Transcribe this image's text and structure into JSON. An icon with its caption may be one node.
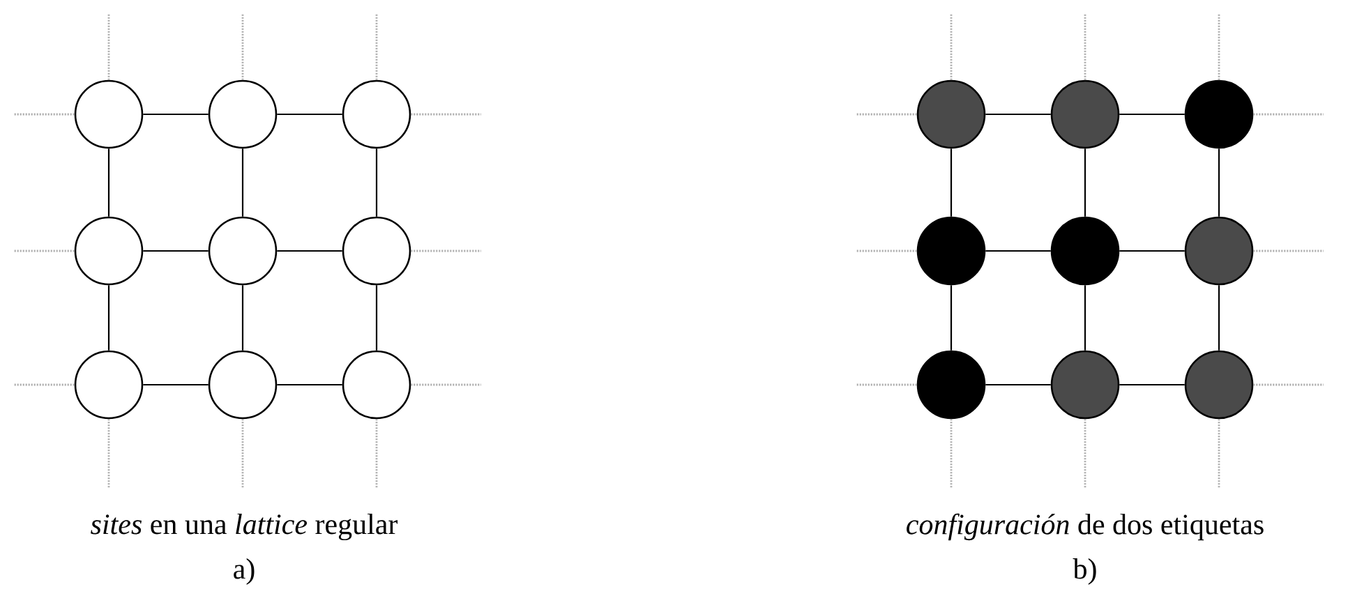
{
  "diagram": {
    "nodes": [
      {
        "text": [],
        "shape": "circle"
      },
      {
        "text": [],
        "shape": "circle"
      },
      {
        "text": [],
        "shape": "circle"
      },
      {
        "text": [],
        "shape": "circle"
      },
      {
        "text": [],
        "shape": "circle"
      },
      {
        "text": [],
        "shape": "circle"
      },
      {
        "text": [],
        "shape": "circle"
      },
      {
        "text": [],
        "shape": "circle"
      },
      {
        "text": [],
        "shape": "circle"
      },
      {
        "text": [],
        "shape": "circle"
      },
      {
        "text": [],
        "shape": "circle"
      },
      {
        "text": [],
        "shape": "circle"
      },
      {
        "text": [],
        "shape": "circle"
      },
      {
        "text": [],
        "shape": "circle"
      },
      {
        "text": [],
        "shape": "circle"
      },
      {
        "text": [],
        "shape": "circle"
      },
      {
        "text": [],
        "shape": "circle"
      },
      {
        "text": [],
        "shape": "circle"
      }
    ],
    "edges": [
      {
        "from": 0,
        "to": 1,
        "arrow": "none"
      },
      {
        "from": 1,
        "to": 2,
        "arrow": "none"
      },
      {
        "from": 3,
        "to": 4,
        "arrow": "none"
      },
      {
        "from": 4,
        "to": 5,
        "arrow": "none"
      },
      {
        "from": 6,
        "to": 7,
        "arrow": "none"
      },
      {
        "from": 7,
        "to": 8,
        "arrow": "none"
      },
      {
        "from": 0,
        "to": 3,
        "arrow": "none"
      },
      {
        "from": 1,
        "to": 4,
        "arrow": "none"
      },
      {
        "from": 2,
        "to": 5,
        "arrow": "none"
      },
      {
        "from": 3,
        "to": 6,
        "arrow": "none"
      },
      {
        "from": 4,
        "to": 7,
        "arrow": "none"
      },
      {
        "from": 5,
        "to": 8,
        "arrow": "none"
      },
      {
        "from": 0,
        "to": null,
        "arrow": "none",
        "style": "dashed",
        "color": "#aaaaaa"
      },
      {
        "from": 1,
        "to": null,
        "arrow": "none",
        "style": "dashed",
        "color": "#aaaaaa"
      },
      {
        "from": 2,
        "to": null,
        "arrow": "none",
        "style": "dashed",
        "color": "#aaaaaa"
      },
      {
        "from": 0,
        "to": null,
        "arrow": "none",
        "style": "dashed",
        "color": "#aaaaaa"
      },
      {
        "from": 3,
        "to": null,
        "arrow": "none",
        "style": "dashed",
        "color": "#aaaaaa"
      },
      {
        "from": 6,
        "to": null,
        "arrow": "none",
        "style": "dashed",
        "color": "#aaaaaa"
      },
      {
        "from": 2,
        "to": null,
        "arrow": "none",
        "style": "dashed",
        "color": "#aaaaaa"
      },
      {
        "from": 5,
        "to": null,
        "arrow": "none",
        "style": "dashed",
        "color": "#aaaaaa"
      },
      {
        "from": 8,
        "to": null,
        "arrow": "none",
        "style": "dashed",
        "color": "#aaaaaa"
      },
      {
        "from": 6,
        "to": null,
        "arrow": "none",
        "style": "dashed",
        "color": "#aaaaaa"
      },
      {
        "from": 7,
        "to": null,
        "arrow": "none",
        "style": "dashed",
        "color": "#aaaaaa"
      },
      {
        "from": 8,
        "to": null,
        "arrow": "none",
        "style": "dashed",
        "color": "#aaaaaa"
      },
      {
        "from": 9,
        "to": 10,
        "arrow": "none"
      },
      {
        "from": 10,
        "to": 11,
        "arrow": "none"
      },
      {
        "from": 12,
        "to": 13,
        "arrow": "none"
      },
      {
        "from": 13,
        "to": 14,
        "arrow": "none"
      },
      {
        "from": 15,
        "to": 16,
        "arrow": "none"
      },
      {
        "from": 16,
        "to": 17,
        "arrow": "none"
      },
      {
        "from": 9,
        "to": 12,
        "arrow": "none"
      },
      {
        "from": 10,
        "to": 13,
        "arrow": "none"
      },
      {
        "from": 11,
        "to": 14,
        "arrow": "none"
      },
      {
        "from": 12,
        "to": 15,
        "arrow": "none"
      },
      {
        "from": 13,
        "to": 16,
        "arrow": "none"
      },
      {
        "from": 14,
        "to": 17,
        "arrow": "none"
      },
      {
        "from": 9,
        "to": null,
        "arrow": "none",
        "style": "dashed",
        "color": "#aaaaaa"
      },
      {
        "from": 10,
        "to": null,
        "arrow": "none",
        "style": "dashed",
        "color": "#aaaaaa"
      },
      {
        "from": 11,
        "to": null,
        "arrow": "none",
        "style": "dashed",
        "color": "#aaaaaa"
      },
      {
        "from": 9,
        "to": null,
        "arrow": "none",
        "style": "dashed",
        "color": "#aaaaaa"
      },
      {
        "from": 12,
        "to": null,
        "arrow": "none",
        "style": "dashed",
        "color": "#aaaaaa"
      },
      {
        "from": 15,
        "to": null,
        "arrow": "none",
        "style": "dashed",
        "color": "#aaaaaa"
      },
      {
        "from": 11,
        "to": null,
        "arrow": "none",
        "style": "dashed",
        "color": "#aaaaaa"
      },
      {
        "from": 14,
        "to": null,
        "arrow": "none",
        "style": "dashed",
        "color": "#aaaaaa"
      },
      {
        "from": 17,
        "to": null,
        "arrow": "none",
        "style": "dashed",
        "color": "#aaaaaa"
      },
      {
        "from": 15,
        "to": null,
        "arrow": "none",
        "style": "dashed",
        "color": "#aaaaaa"
      },
      {
        "from": 16,
        "to": null,
        "arrow": "none",
        "style": "dashed",
        "color": "#aaaaaa"
      },
      {
        "from": 17,
        "to": null,
        "arrow": "none",
        "style": "dashed",
        "color": "#aaaaaa"
      }
    ],
    "labels": [
      "*sites* en una *lattice* regular",
      "a)",
      "*configuración* de dos etiquetas",
      "b)"
    ]
  }
}
